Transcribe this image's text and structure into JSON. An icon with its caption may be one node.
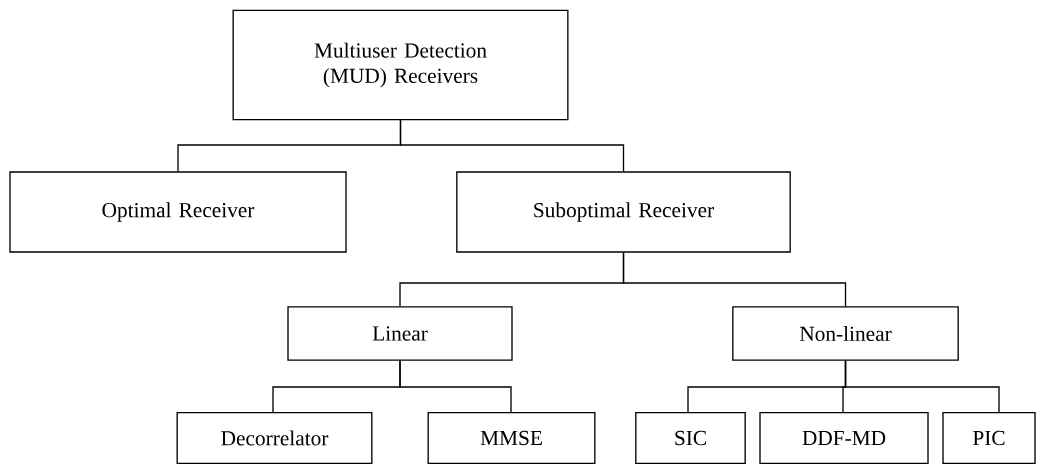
{
  "diagram": {
    "nodes": [
      {
        "text": [
          "Multiuser Detection (MUD) Receivers"
        ]
      },
      {
        "text": [
          "Optimal Receiver"
        ]
      },
      {
        "text": [
          "Suboptimal Receiver"
        ]
      },
      {
        "text": [
          "Linear"
        ]
      },
      {
        "text": [
          "Non-linear"
        ]
      },
      {
        "text": [
          "Decorrelator"
        ]
      },
      {
        "text": [
          "MMSE"
        ]
      },
      {
        "text": [
          "SIC"
        ]
      },
      {
        "text": [
          "DDF-MD"
        ]
      },
      {
        "text": [
          "PIC"
        ]
      }
    ],
    "edges": [
      {
        "from": 0,
        "to": 1,
        "arrow": "none"
      },
      {
        "from": 0,
        "to": 2,
        "arrow": "none"
      },
      {
        "from": 2,
        "to": 3,
        "arrow": "none"
      },
      {
        "from": 2,
        "to": 4,
        "arrow": "none"
      },
      {
        "from": 3,
        "to": 5,
        "arrow": "none"
      },
      {
        "from": 3,
        "to": 6,
        "arrow": "none"
      },
      {
        "from": 4,
        "to": 7,
        "arrow": "none"
      },
      {
        "from": 4,
        "to": 8,
        "arrow": "none"
      },
      {
        "from": 4,
        "to": 9,
        "arrow": "none"
      }
    ]
  }
}
